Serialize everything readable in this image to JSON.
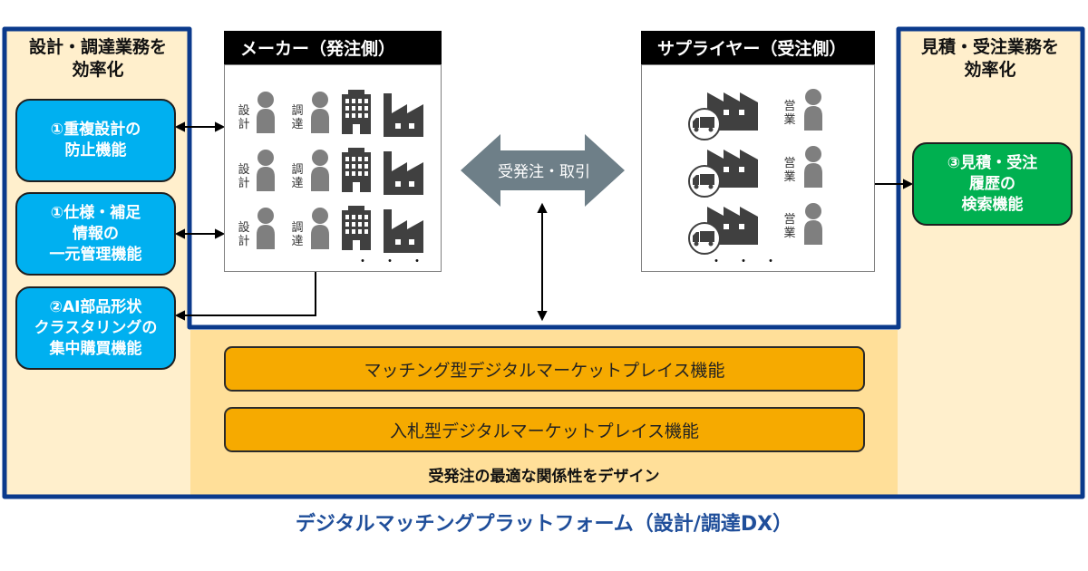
{
  "left_panel": {
    "title": "設計・調達業務を\n効率化",
    "features": [
      {
        "label": "①重複設計の\n防止機能"
      },
      {
        "label": "①仕様・補足\n情報の\n一元管理機能"
      },
      {
        "label": "②AI部品形状\nクラスタリングの\n集中購買機能"
      }
    ]
  },
  "right_panel": {
    "title": "見積・受注業務を\n効率化",
    "features": [
      {
        "label": "③見積・受注\n履歴の\n検索機能"
      }
    ]
  },
  "maker": {
    "header": "メーカー（発注側）",
    "rows": [
      {
        "role1": "設計",
        "role2": "調達"
      },
      {
        "role1": "設計",
        "role2": "調達"
      },
      {
        "role1": "設計",
        "role2": "調達"
      }
    ],
    "ellipsis": "・・・"
  },
  "supplier": {
    "header": "サプライヤー（受注側）",
    "rows": [
      {
        "role": "営業"
      },
      {
        "role": "営業"
      },
      {
        "role": "営業"
      }
    ],
    "ellipsis": "・・・"
  },
  "trade_arrow": {
    "label": "受発注・取引"
  },
  "marketplace": {
    "items": [
      {
        "label": "マッチング型デジタルマーケットプレイス機能"
      },
      {
        "label": "入札型デジタルマーケットプレイス機能"
      }
    ],
    "tagline": "受発注の最適な関係性をデザイン"
  },
  "footer": {
    "title": "デジタルマッチングプラットフォーム（設計/調達DX）"
  },
  "colors": {
    "navy": "#0B3A8C",
    "cream": "#FFEFCC",
    "band": "#FFDF99",
    "blue": "#00B0F0",
    "green": "#00B050",
    "orange": "#F6AA00",
    "icon_dark": "#404040",
    "person": "#7F7F7F",
    "trade_arrow": "#6E7F88"
  }
}
